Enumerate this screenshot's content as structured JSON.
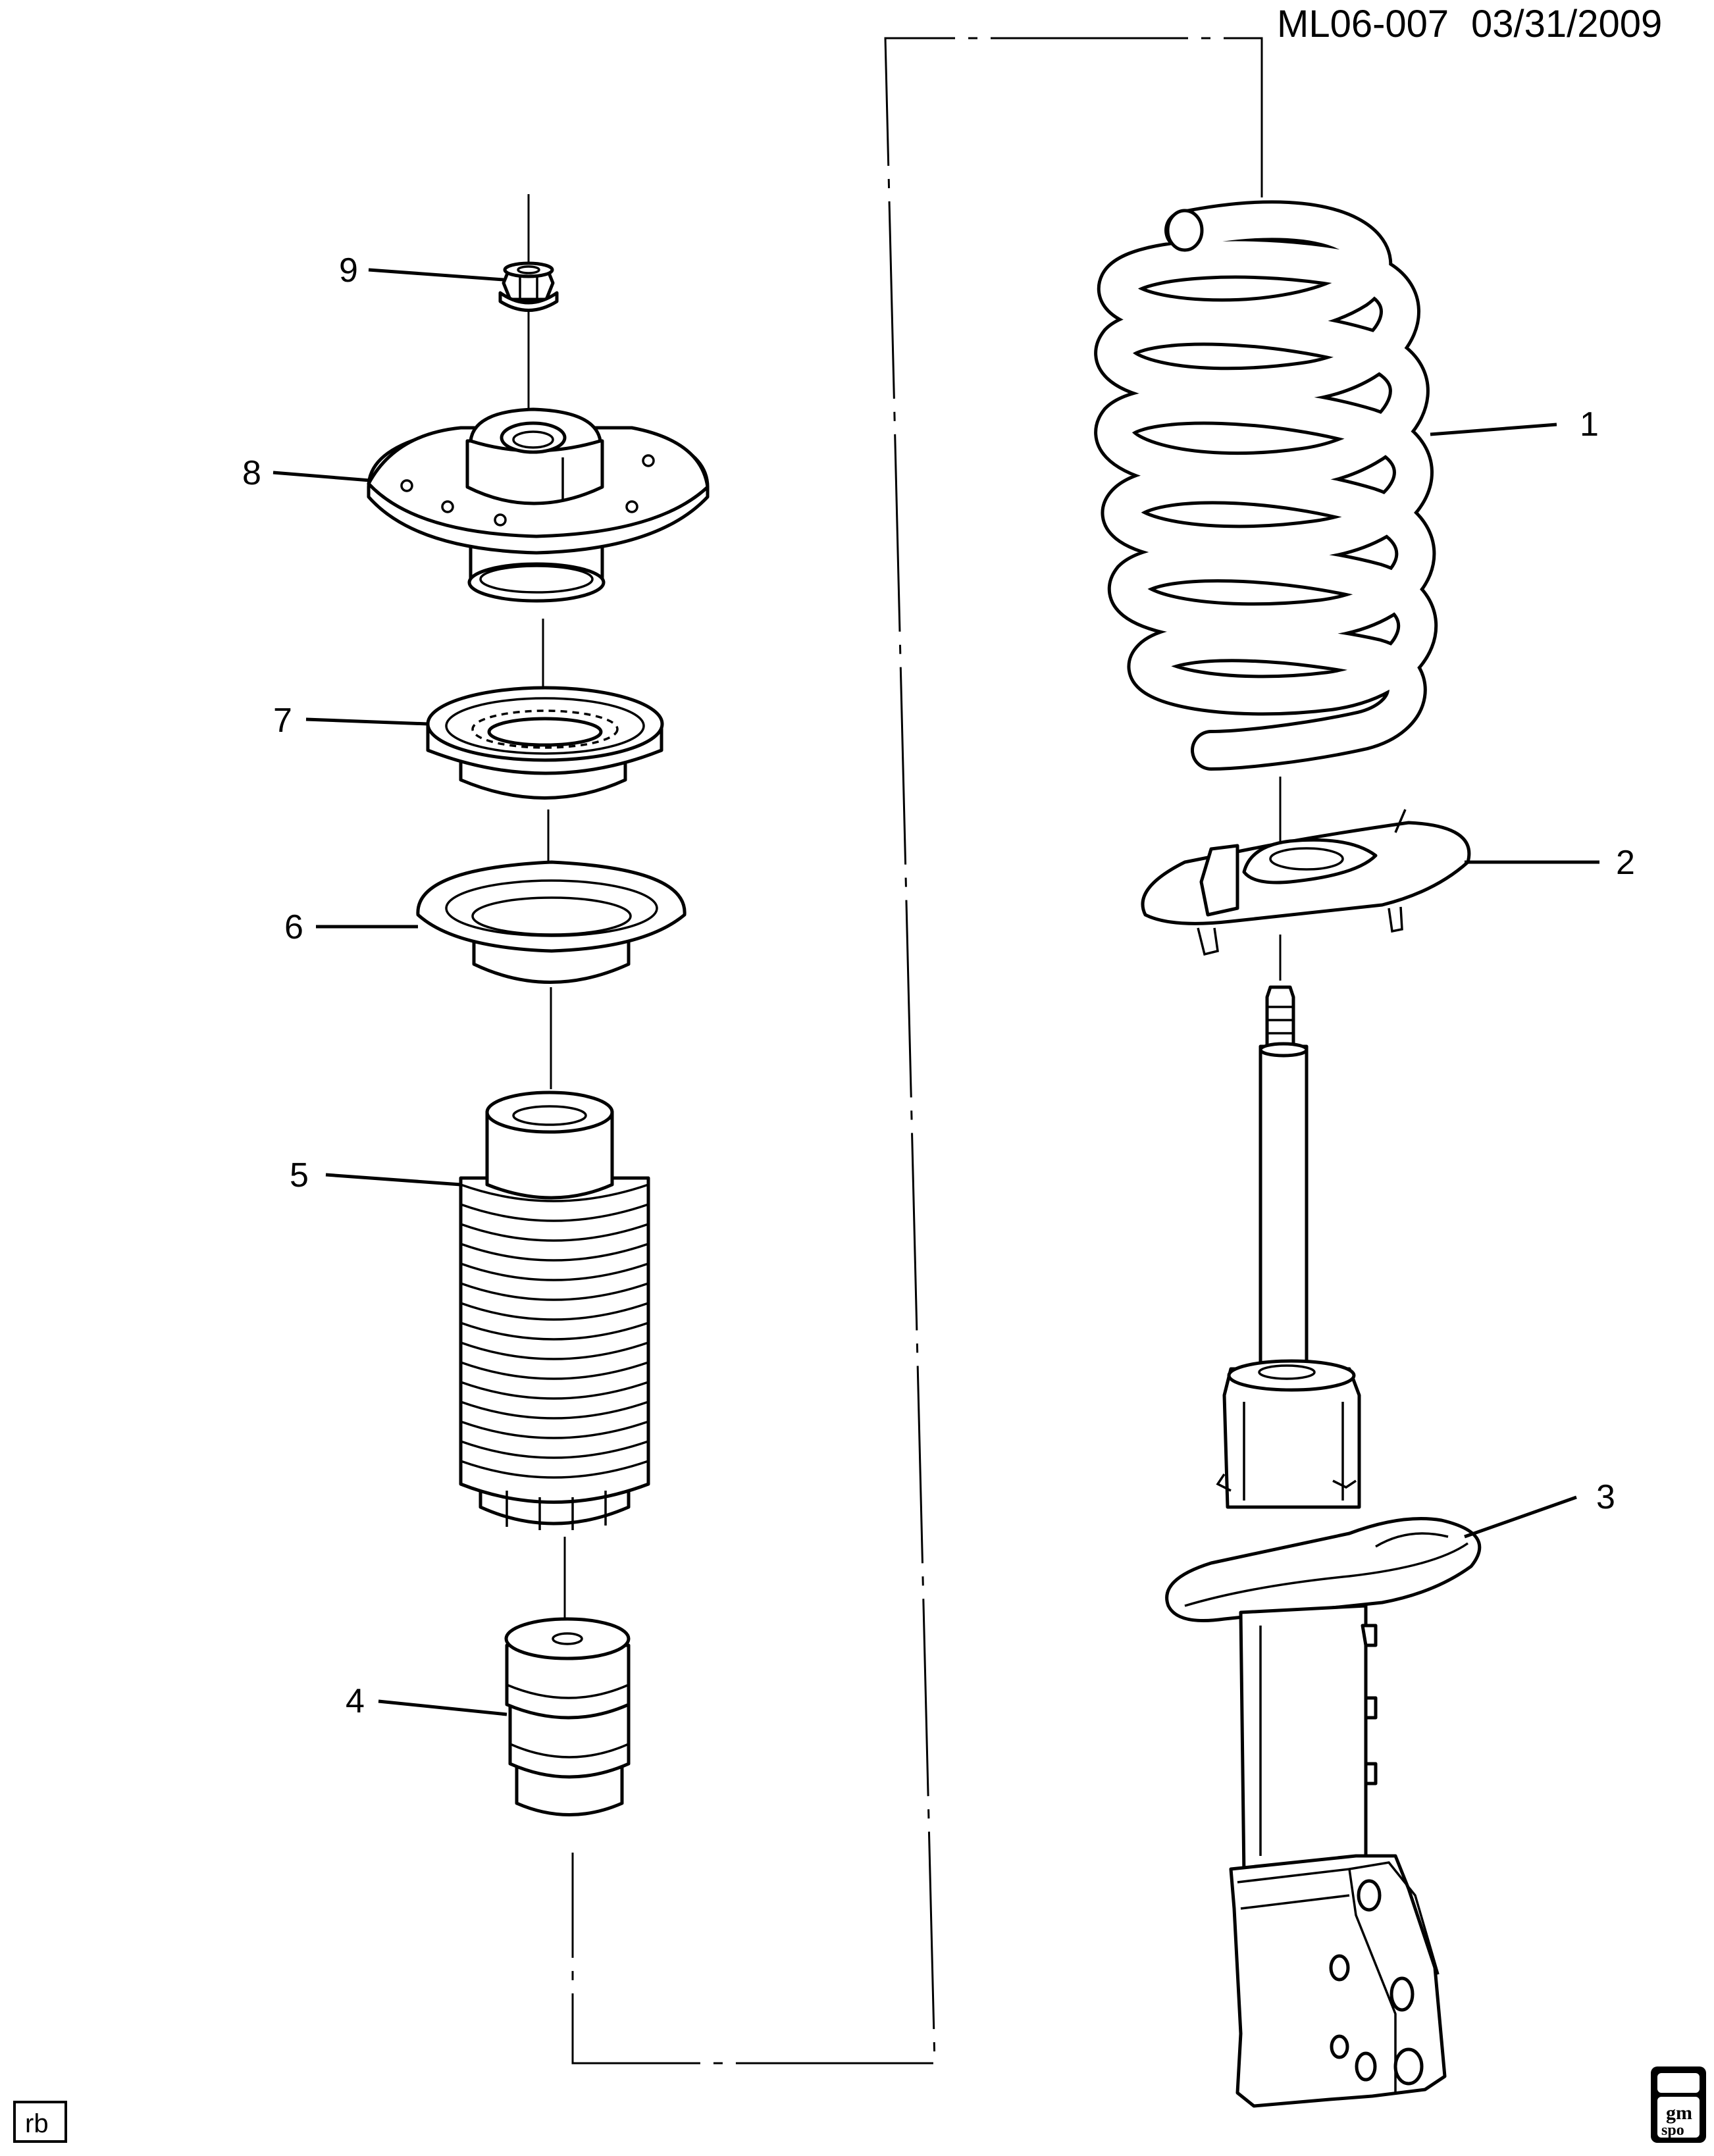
{
  "header": {
    "diagram_id": "ML06-007",
    "date": "03/31/2009"
  },
  "callouts": {
    "c1": "1",
    "c2": "2",
    "c3": "3",
    "c4": "4",
    "c5": "5",
    "c6": "6",
    "c7": "7",
    "c8": "8",
    "c9": "9"
  },
  "footer": {
    "tag": "rb",
    "logo_top": "gm",
    "logo_bottom": "spo"
  }
}
